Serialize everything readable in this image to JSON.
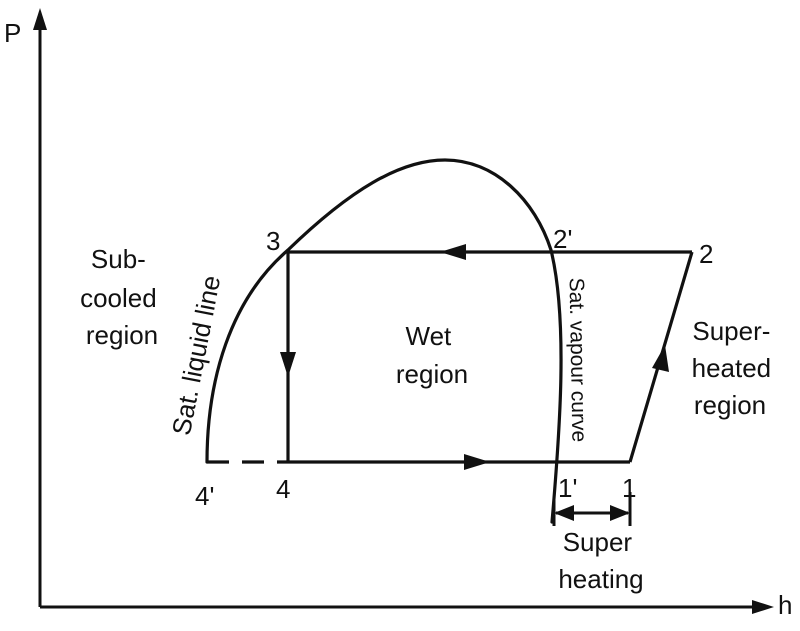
{
  "axes": {
    "y_label": "P",
    "x_label": "h"
  },
  "points": {
    "p3": "3",
    "p2prime": "2'",
    "p2": "2",
    "p4prime": "4'",
    "p4": "4",
    "p1prime": "1'",
    "p1": "1"
  },
  "regions": {
    "subcooled": [
      "Sub-",
      "cooled",
      "region"
    ],
    "wet": [
      "Wet",
      "region"
    ],
    "superheated": [
      "Super-",
      "heated",
      "region"
    ]
  },
  "lines": {
    "sat_liquid": "Sat. liquid line",
    "sat_vapour": "Sat. vapour curve"
  },
  "super_heating": [
    "Super",
    "heating"
  ]
}
